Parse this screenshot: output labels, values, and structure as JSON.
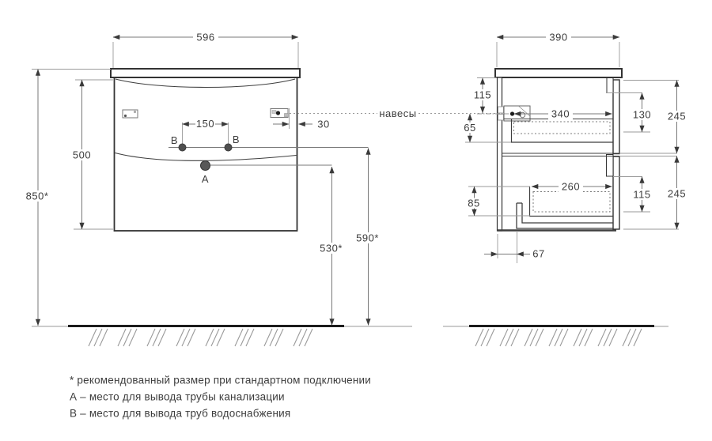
{
  "front_view": {
    "width": "596",
    "hole_spacing": "150",
    "bracket_offset": "30",
    "cabinet_height": "500",
    "total_height": "850*",
    "drain_line_height": "530*",
    "supply_line_height": "590*",
    "point_a_label": "A",
    "point_b_left_label": "B",
    "point_b_right_label": "B"
  },
  "side_view": {
    "depth": "390",
    "top_to_hanger": "115",
    "hanger_to_drawer": "65",
    "drawer1_inner_depth": "340",
    "drawer1_clearance": "130",
    "drawer1_front_height": "245",
    "drawer2_inner_depth": "260",
    "drawer2_clearance": "115",
    "drawer2_front_height": "245",
    "bottom_clearance": "85",
    "pipe_offset": "67"
  },
  "hangers_label": "навесы",
  "notes": {
    "asterisk": "* рекомендованный размер при стандартном подключении",
    "a": "А – место для вывода трубы канализации",
    "b": "В – место для вывода труб водоснабжения"
  }
}
